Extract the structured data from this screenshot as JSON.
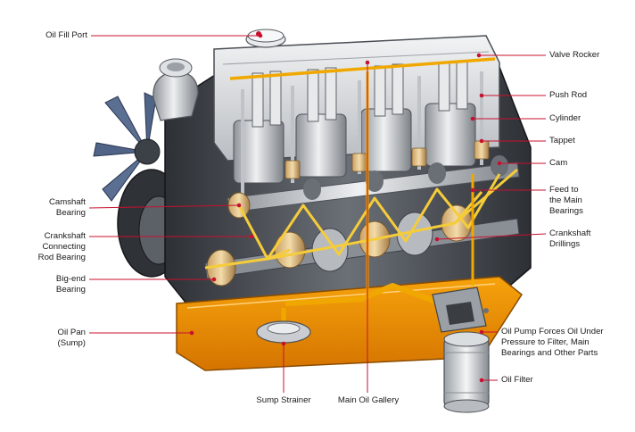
{
  "diagram": {
    "labels": {
      "oil_fill_port": "Oil Fill Port",
      "valve_rocker": "Valve Rocker",
      "push_rod": "Push Rod",
      "cylinder": "Cylinder",
      "tappet": "Tappet",
      "cam": "Cam",
      "feed_main_bearings": [
        "Feed to",
        "the Main",
        "Bearings"
      ],
      "camshaft_bearing": [
        "Camshaft",
        "Bearing"
      ],
      "crankshaft_connecting_rod_bearing": [
        "Crankshaft",
        "Connecting",
        "Rod Bearing"
      ],
      "crankshaft_drillings": [
        "Crankshaft",
        "Drillings"
      ],
      "big_end_bearing": [
        "Big-end",
        "Bearing"
      ],
      "oil_pan_sump": [
        "Oil Pan",
        "(Sump)"
      ],
      "oil_pump_forces": [
        "Oil Pump Forces Oil Under",
        "Pressure to Filter, Main",
        "Bearings and Other Parts"
      ],
      "oil_filter": "Oil Filter",
      "sump_strainer": "Sump Strainer",
      "main_oil_gallery": "Main Oil Gallery"
    },
    "colors": {
      "leader": "#c8102e",
      "oil": "#f0a800",
      "sump_oil": "#e88a00",
      "oil_line": "#f5cc3a",
      "engine_metal": "#c9cdd1",
      "engine_dark": "#3a3d42",
      "label_text": "#1a1a1a"
    }
  }
}
